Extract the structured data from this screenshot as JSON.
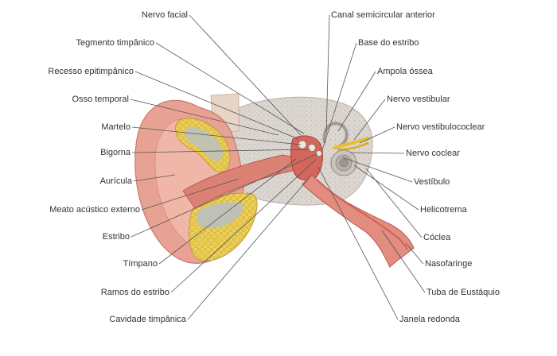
{
  "labels_left": [
    "Nervo facial",
    "Tegmento timpânico",
    "Recesso epitimpânico",
    "Osso temporal",
    "Martelo",
    "Bigorna",
    "Aurícula",
    "Meato acústico externo",
    "Estribo",
    "Tímpano",
    "Ramos do estribo",
    "Cavidade timpânica"
  ],
  "labels_right": [
    "Canal semicircular anterior",
    "Base do estribo",
    "Ampola óssea",
    "Nervo vestibular",
    "Nervo vestibulococlear",
    "Nervo coclear",
    "Vestíbulo",
    "Helicotrema",
    "Cóclea",
    "Nasofaringe",
    "Tuba de Eustáquio",
    "Janela redonda"
  ],
  "colors": {
    "skin": "#e59a8a",
    "skin_light": "#f3c2b5",
    "cartilage": "#e8c84a",
    "bone": "#d8d2cc",
    "canal": "#d9736c",
    "nerve": "#e6c22e",
    "text": "#333333"
  }
}
